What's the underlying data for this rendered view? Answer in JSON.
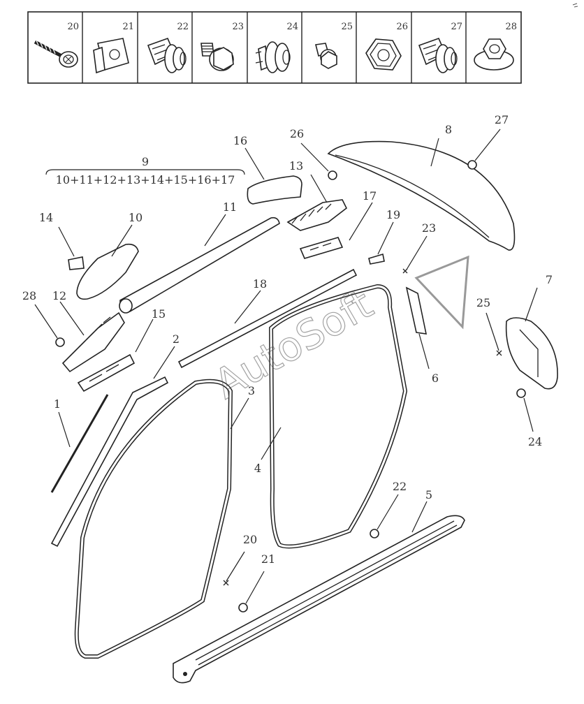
{
  "fastener_table": {
    "cells": [
      {
        "num": "20",
        "icon": "screw-icon"
      },
      {
        "num": "21",
        "icon": "clip-nut-icon"
      },
      {
        "num": "22",
        "icon": "push-clip-icon"
      },
      {
        "num": "23",
        "icon": "flange-bolt-icon"
      },
      {
        "num": "24",
        "icon": "grommet-clip-icon"
      },
      {
        "num": "25",
        "icon": "short-bolt-icon"
      },
      {
        "num": "26",
        "icon": "hex-nut-icon"
      },
      {
        "num": "27",
        "icon": "push-clip-icon"
      },
      {
        "num": "28",
        "icon": "flange-nut-icon"
      }
    ]
  },
  "assembly": {
    "number": "9",
    "formula": "10+11+12+13+14+15+16+17"
  },
  "callouts": {
    "c1": "1",
    "c2": "2",
    "c3": "3",
    "c4": "4",
    "c5": "5",
    "c6": "6",
    "c7": "7",
    "c8": "8",
    "c10": "10",
    "c11": "11",
    "c12": "12",
    "c13": "13",
    "c14": "14",
    "c15": "15",
    "c16": "16",
    "c17": "17",
    "c18": "18",
    "c19": "19",
    "c20": "20",
    "c21": "21",
    "c22": "22",
    "c23": "23",
    "c24": "24",
    "c25": "25",
    "c26": "26",
    "c27": "27",
    "c28": "28"
  },
  "watermark": "AutoSoft"
}
